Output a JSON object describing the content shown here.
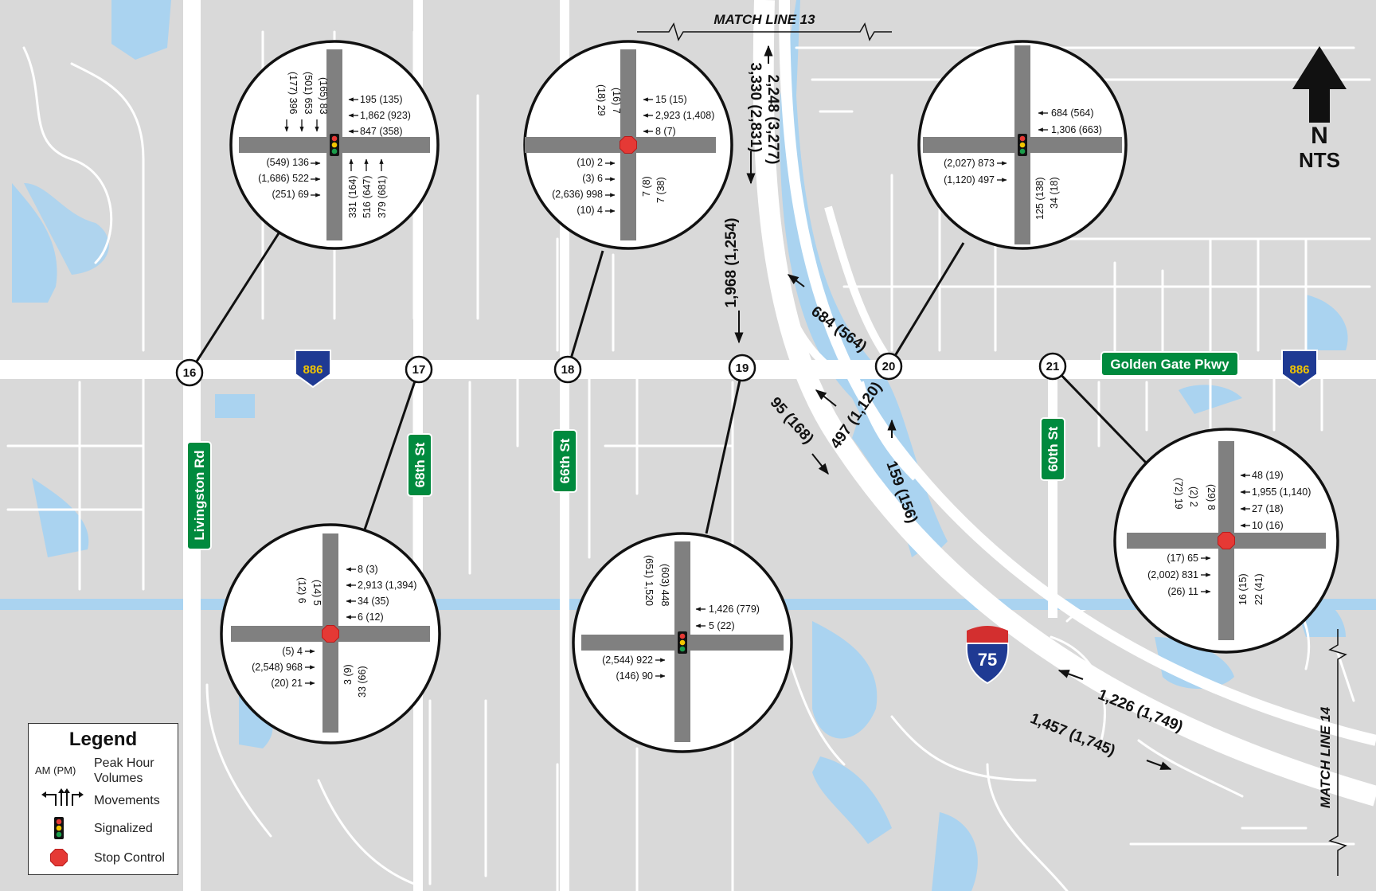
{
  "colors": {
    "background": "#d9d9d9",
    "road": "#ffffff",
    "water": "#aad3f0",
    "street_line": "#ffffff",
    "route_sign_bg": "#1f3a93",
    "route_sign_fg": "#f2c500",
    "street_sign_bg": "#008a3e",
    "stop": "#e53935",
    "circle_stroke": "#111111",
    "approach": "#808080"
  },
  "match_lines": {
    "top": "MATCH LINE 13",
    "right": "MATCH LINE 14"
  },
  "north": {
    "letter": "N",
    "scale": "NTS"
  },
  "route_shields": {
    "state": "886",
    "interstate": "75"
  },
  "street_labels": {
    "golden_gate": "Golden Gate Pkwy",
    "livingston": "Livingston Rd",
    "st68": "68th St",
    "st66": "66th St",
    "st60": "60th St"
  },
  "nodes": [
    "16",
    "17",
    "18",
    "19",
    "20",
    "21"
  ],
  "ramp_volumes": {
    "nb_on": "2,248 (3,277)",
    "sb_off": "3,330 (2,831)",
    "sb_left": "1,968 (1,254)",
    "ne_ramp": "684 (564)",
    "se_ramp": "95 (168)",
    "ramp_497": "497 (1,120)",
    "ramp_159": "159 (156)",
    "i75_nb": "1,226 (1,749)",
    "i75_sb": "1,457 (1,745)"
  },
  "intersections": {
    "i16": {
      "sb": [
        "(165) 83",
        "(501) 653",
        "(177) 396"
      ],
      "wb": [
        "195 (135)",
        "1,862 (923)",
        "847 (358)"
      ],
      "eb": [
        "(549) 136",
        "(1,686) 522",
        "(251) 69"
      ],
      "nb": [
        "331 (164)",
        "516 (647)",
        "379 (681)"
      ]
    },
    "i18": {
      "sb": [
        "(16) 7",
        "(18) 29"
      ],
      "wb": [
        "15 (15)",
        "2,923 (1,408)",
        "8 (7)"
      ],
      "eb": [
        "(10) 2",
        "(3) 6",
        "(2,636) 998",
        "(10) 4"
      ],
      "nb": [
        "7 (8)",
        "7 (38)"
      ]
    },
    "i20": {
      "wb": [
        "684 (564)",
        "1,306 (663)"
      ],
      "eb": [
        "(2,027) 873",
        "(1,120) 497"
      ],
      "nb": [
        "125 (138)",
        "34 (18)"
      ]
    },
    "i17": {
      "sb": [
        "(14) 5",
        "(12) 6"
      ],
      "wb": [
        "8 (3)",
        "2,913 (1,394)",
        "34 (35)",
        "6 (12)"
      ],
      "eb": [
        "(5) 4",
        "(2,548) 968",
        "(20) 21"
      ],
      "nb": [
        "3 (9)",
        "33 (66)"
      ]
    },
    "i19": {
      "sb": [
        "(603) 448",
        "(651) 1,520"
      ],
      "wb": [
        "1,426 (779)",
        "5 (22)"
      ],
      "eb": [
        "(2,544) 922",
        "(146) 90"
      ]
    },
    "i21": {
      "sb": [
        "(29) 8",
        "(2) 2",
        "(72) 19"
      ],
      "wb": [
        "48 (19)",
        "1,955 (1,140)",
        "27 (18)",
        "10 (16)"
      ],
      "eb": [
        "(17) 65",
        "(2,002) 831",
        "(26) 11"
      ],
      "nb": [
        "16 (15)",
        "22 (41)"
      ]
    }
  },
  "legend": {
    "title": "Legend",
    "volumes_key": "AM (PM)",
    "volumes_label": "Peak Hour Volumes",
    "movements_label": "Movements",
    "signal_label": "Signalized",
    "stop_label": "Stop Control"
  }
}
